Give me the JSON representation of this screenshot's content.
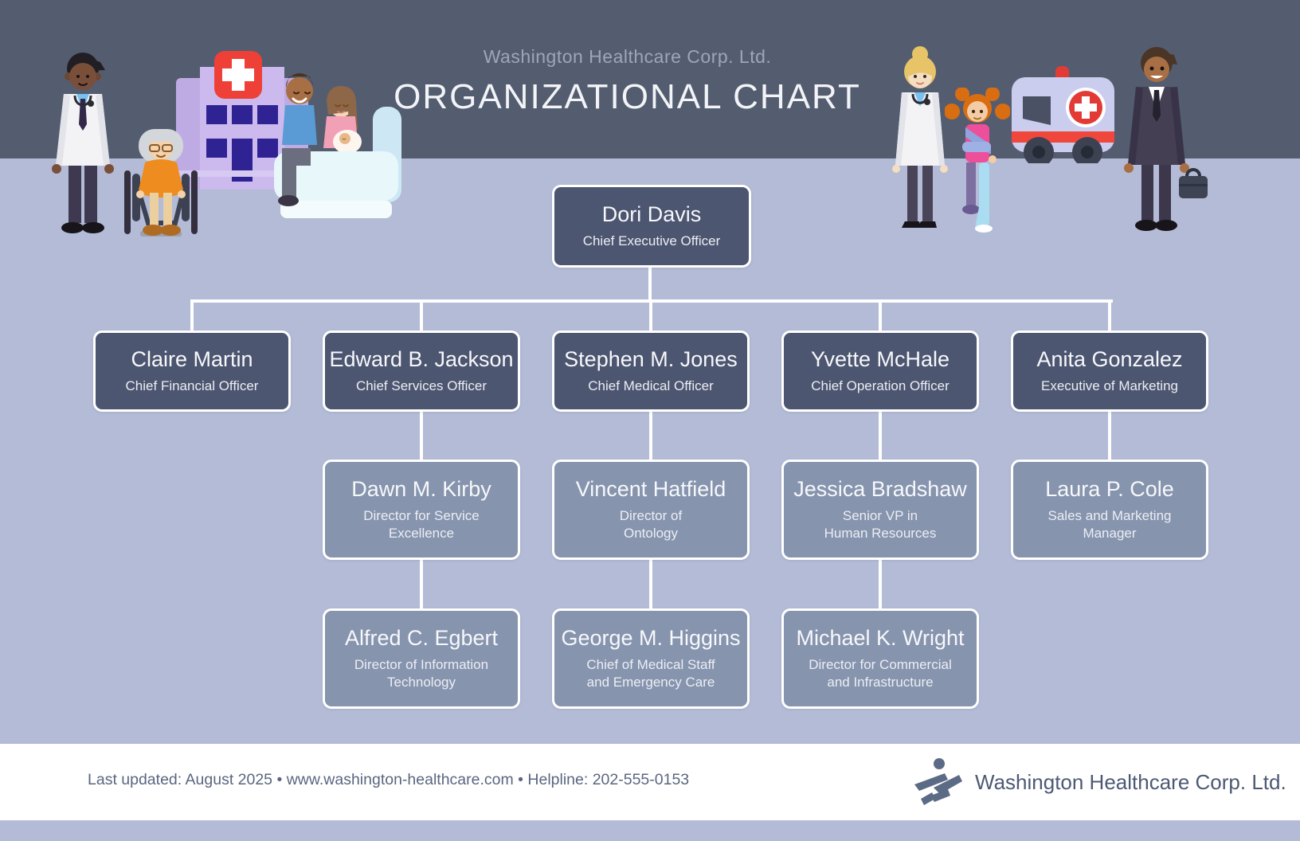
{
  "header": {
    "company": "Washington Healthcare Corp. Ltd.",
    "title": "ORGANIZATIONAL CHART"
  },
  "org": {
    "ceo": {
      "name": "Dori Davis",
      "title": "Chief Executive Officer"
    },
    "level2": [
      {
        "name": "Claire Martin",
        "title": "Chief Financial Officer"
      },
      {
        "name": "Edward B. Jackson",
        "title": "Chief Services Officer"
      },
      {
        "name": "Stephen M. Jones",
        "title": "Chief Medical Officer"
      },
      {
        "name": "Yvette McHale",
        "title": "Chief Operation Officer"
      },
      {
        "name": "Anita Gonzalez",
        "title": "Executive of Marketing"
      }
    ],
    "level3": [
      {
        "name": "Dawn M. Kirby",
        "title": "Director for Service\nExcellence"
      },
      {
        "name": "Vincent Hatfield",
        "title": "Director of\nOntology"
      },
      {
        "name": "Jessica Bradshaw",
        "title": "Senior VP in\nHuman Resources"
      },
      {
        "name": "Laura P. Cole",
        "title": "Sales and Marketing\nManager"
      }
    ],
    "level4": [
      {
        "name": "Alfred C. Egbert",
        "title": "Director of Information\nTechnology"
      },
      {
        "name": "George M. Higgins",
        "title": "Chief of Medical Staff\nand Emergency Care"
      },
      {
        "name": "Michael K. Wright",
        "title": "Director for Commercial\nand Infrastructure"
      }
    ]
  },
  "footer": {
    "meta": "Last updated: August 2025 • www.washington-healthcare.com • Helpline: 202-555-0153",
    "logo_text": "Washington Healthcare Corp. Ltd."
  },
  "illustrations": [
    "male-doctor-illustration",
    "elderly-patient-wheelchair-illustration",
    "hospital-building-illustration",
    "family-newborn-bed-illustration",
    "female-doctor-illustration",
    "child-patient-cast-illustration",
    "ambulance-illustration",
    "businessman-illustration",
    "running-person-logo-icon"
  ],
  "colors": {
    "header_bg": "#545d70",
    "body_bg": "#b3bbd6",
    "node_dark": "#4d5670",
    "node_light": "#8694ae",
    "connector": "#ffffff",
    "accent_red": "#ee4036",
    "hospital_purple": "#c9b6ea",
    "window_indigo": "#2f2394",
    "footer_text": "#5a6680"
  }
}
